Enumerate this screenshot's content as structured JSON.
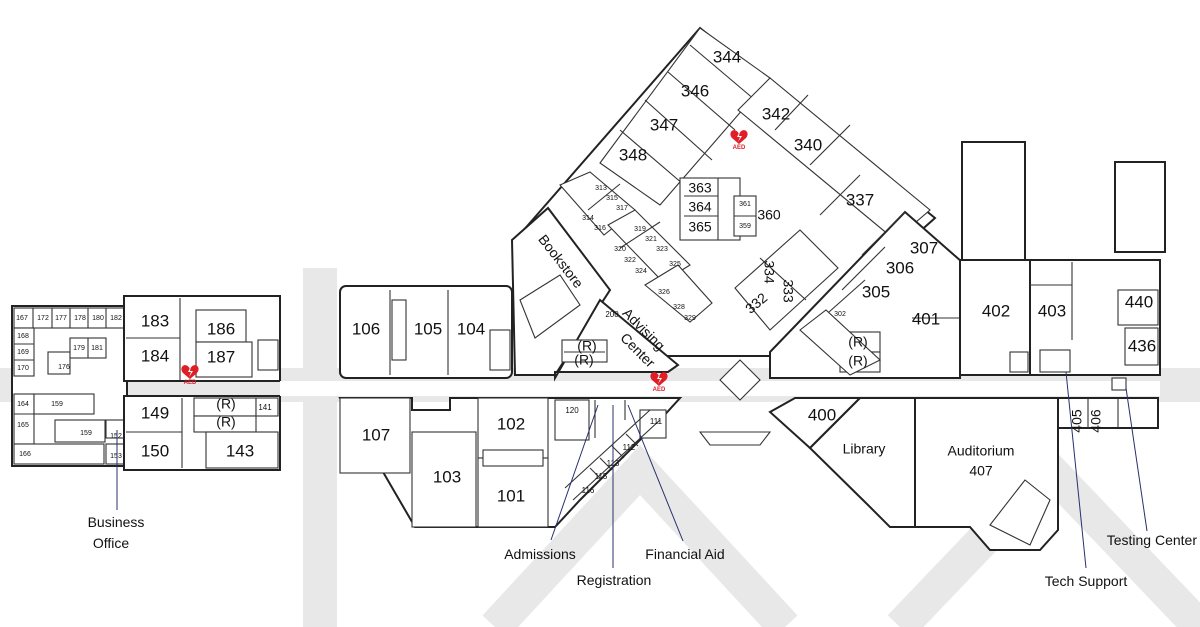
{
  "rooms": {
    "r167": "167",
    "r172": "172",
    "r177": "177",
    "r178": "178",
    "r180": "180",
    "r182": "182",
    "r168": "168",
    "r169": "169",
    "r170": "170",
    "r176": "176",
    "r179": "179",
    "r181": "181",
    "r164": "164",
    "r159a": "159",
    "r165": "165",
    "r159b": "159",
    "r152": "152",
    "r166": "166",
    "r153": "153",
    "r183": "183",
    "r184": "184",
    "r186": "186",
    "r187": "187",
    "r149": "149",
    "r150": "150",
    "r143": "143",
    "r141": "141",
    "rR1": "(R)",
    "rR2": "(R)",
    "r106": "106",
    "r105": "105",
    "r104": "104",
    "r107": "107",
    "r103": "103",
    "r102": "102",
    "r101": "101",
    "r120": "120",
    "r111": "111",
    "r112": "112",
    "r113": "113",
    "r115": "115",
    "r116": "116",
    "r344": "344",
    "r346": "346",
    "r347": "347",
    "r348": "348",
    "r342": "342",
    "r340": "340",
    "r337": "337",
    "r313": "313",
    "r315": "315",
    "r317": "317",
    "r314": "314",
    "r316": "316",
    "r319": "319",
    "r321": "321",
    "r323": "323",
    "r320": "320",
    "r322": "322",
    "r324": "324",
    "r325": "325",
    "r326": "326",
    "r328": "328",
    "r329": "329",
    "r363": "363",
    "r364": "364",
    "r365": "365",
    "r361": "361",
    "r360": "360",
    "r359": "359",
    "r334": "334",
    "r333": "333",
    "r332": "332",
    "r200": "200",
    "rR3": "(R)",
    "rR4": "(R)",
    "r307": "307",
    "r306": "306",
    "r305": "305",
    "r302": "302",
    "rR5": "(R)",
    "rR6": "(R)",
    "r401": "401",
    "r402": "402",
    "r403": "403",
    "r440": "440",
    "r436": "436",
    "r400": "400",
    "r405": "405",
    "r406": "406",
    "bookstore": "Bookstore",
    "advising1": "Advising",
    "advising2": "Center",
    "library": "Library",
    "auditorium1": "Auditorium",
    "auditorium2": "407"
  },
  "aed_label": "AED",
  "annotations": {
    "business1": "Business",
    "business2": "Office",
    "admissions": "Admissions",
    "registration": "Registration",
    "financial_aid": "Financial Aid",
    "tech_support": "Tech Support",
    "testing_center": "Testing Center"
  },
  "colors": {
    "aed": "#e01e26",
    "leader": "#2a2f6e",
    "watermark": "#e8e8e8"
  },
  "icons": [
    "aed-icon"
  ]
}
